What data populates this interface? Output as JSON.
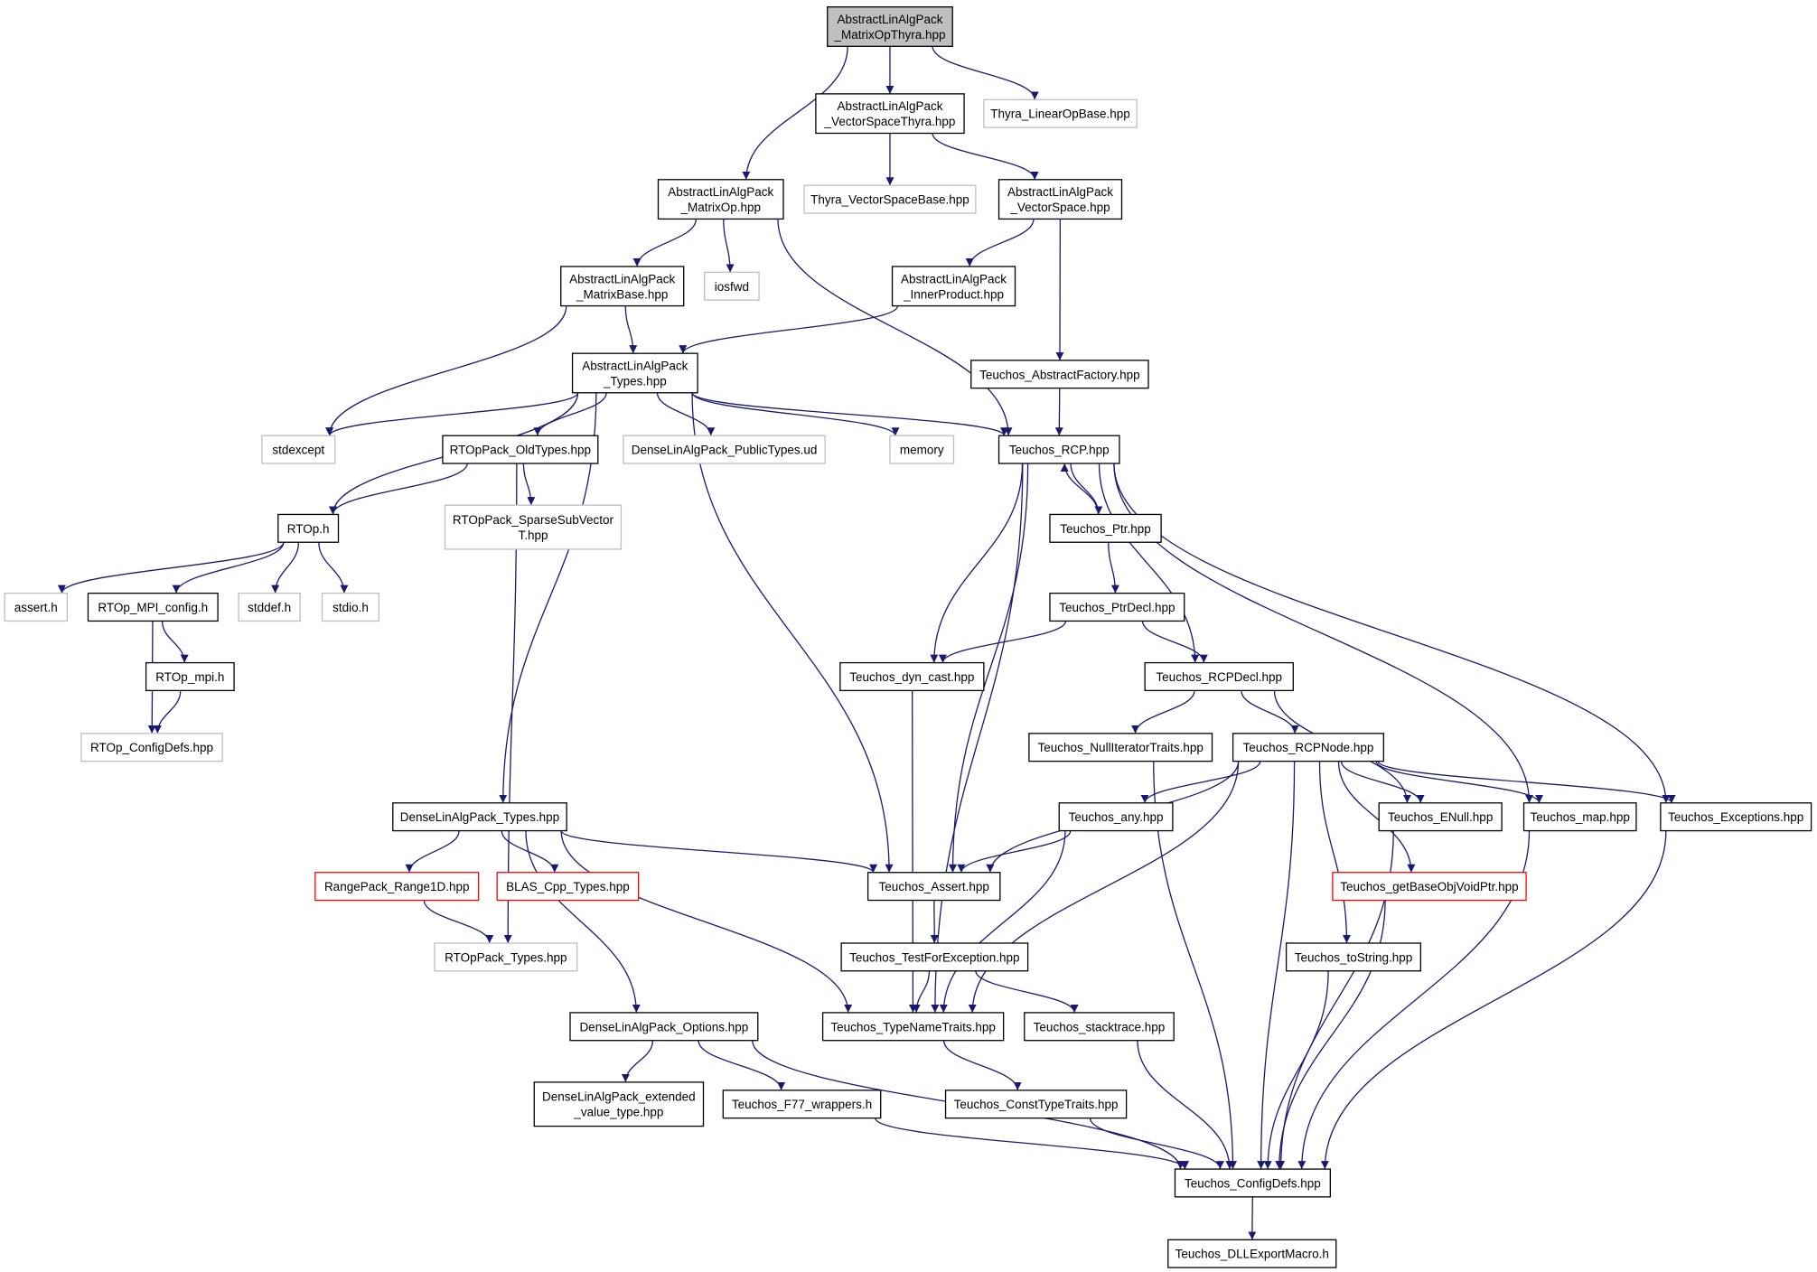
{
  "colors": {
    "edge": "#191970",
    "root_fill": "#bfbfbf",
    "normal_border": "#000000",
    "external_border": "#bfbfbf",
    "truncated_border": "#ff0000",
    "background": "#ffffff"
  },
  "nodes": [
    {
      "id": "root",
      "lines": [
        "AbstractLinAlgPack",
        "_MatrixOpThyra.hpp"
      ],
      "kind": "root"
    },
    {
      "id": "vst",
      "lines": [
        "AbstractLinAlgPack",
        "_VectorSpaceThyra.hpp"
      ],
      "kind": "normal"
    },
    {
      "id": "thylop",
      "lines": [
        "Thyra_LinearOpBase.hpp"
      ],
      "kind": "external"
    },
    {
      "id": "mop",
      "lines": [
        "AbstractLinAlgPack",
        "_MatrixOp.hpp"
      ],
      "kind": "normal"
    },
    {
      "id": "thyvsb",
      "lines": [
        "Thyra_VectorSpaceBase.hpp"
      ],
      "kind": "external"
    },
    {
      "id": "vs",
      "lines": [
        "AbstractLinAlgPack",
        "_VectorSpace.hpp"
      ],
      "kind": "normal"
    },
    {
      "id": "mb",
      "lines": [
        "AbstractLinAlgPack",
        "_MatrixBase.hpp"
      ],
      "kind": "normal"
    },
    {
      "id": "iosfwd",
      "lines": [
        "iosfwd"
      ],
      "kind": "external"
    },
    {
      "id": "ip",
      "lines": [
        "AbstractLinAlgPack",
        "_InnerProduct.hpp"
      ],
      "kind": "normal"
    },
    {
      "id": "types",
      "lines": [
        "AbstractLinAlgPack",
        "_Types.hpp"
      ],
      "kind": "normal"
    },
    {
      "id": "absfac",
      "lines": [
        "Teuchos_AbstractFactory.hpp"
      ],
      "kind": "normal"
    },
    {
      "id": "stdexcept",
      "lines": [
        "stdexcept"
      ],
      "kind": "external"
    },
    {
      "id": "oldtypes",
      "lines": [
        "RTOpPack_OldTypes.hpp"
      ],
      "kind": "normal"
    },
    {
      "id": "dlapub",
      "lines": [
        "DenseLinAlgPack_PublicTypes.ud"
      ],
      "kind": "external"
    },
    {
      "id": "memory",
      "lines": [
        "memory"
      ],
      "kind": "external"
    },
    {
      "id": "rcp",
      "lines": [
        "Teuchos_RCP.hpp"
      ],
      "kind": "normal"
    },
    {
      "id": "rtoph",
      "lines": [
        "RTOp.h"
      ],
      "kind": "normal"
    },
    {
      "id": "ssv",
      "lines": [
        "RTOpPack_SparseSubVector",
        "T.hpp"
      ],
      "kind": "external"
    },
    {
      "id": "ptr",
      "lines": [
        "Teuchos_Ptr.hpp"
      ],
      "kind": "normal"
    },
    {
      "id": "asserth",
      "lines": [
        "assert.h"
      ],
      "kind": "external"
    },
    {
      "id": "mpicfg",
      "lines": [
        "RTOp_MPI_config.h"
      ],
      "kind": "normal"
    },
    {
      "id": "stddef",
      "lines": [
        "stddef.h"
      ],
      "kind": "external"
    },
    {
      "id": "stdio",
      "lines": [
        "stdio.h"
      ],
      "kind": "external"
    },
    {
      "id": "ptrdecl",
      "lines": [
        "Teuchos_PtrDecl.hpp"
      ],
      "kind": "normal"
    },
    {
      "id": "mpih",
      "lines": [
        "RTOp_mpi.h"
      ],
      "kind": "normal"
    },
    {
      "id": "dyncast",
      "lines": [
        "Teuchos_dyn_cast.hpp"
      ],
      "kind": "normal"
    },
    {
      "id": "rcpdecl",
      "lines": [
        "Teuchos_RCPDecl.hpp"
      ],
      "kind": "normal"
    },
    {
      "id": "rtopcfg",
      "lines": [
        "RTOp_ConfigDefs.hpp"
      ],
      "kind": "external"
    },
    {
      "id": "nullit",
      "lines": [
        "Teuchos_NullIteratorTraits.hpp"
      ],
      "kind": "normal"
    },
    {
      "id": "rcpnode",
      "lines": [
        "Teuchos_RCPNode.hpp"
      ],
      "kind": "normal"
    },
    {
      "id": "dlatypes",
      "lines": [
        "DenseLinAlgPack_Types.hpp"
      ],
      "kind": "normal"
    },
    {
      "id": "any",
      "lines": [
        "Teuchos_any.hpp"
      ],
      "kind": "normal"
    },
    {
      "id": "enull",
      "lines": [
        "Teuchos_ENull.hpp"
      ],
      "kind": "normal"
    },
    {
      "id": "map",
      "lines": [
        "Teuchos_map.hpp"
      ],
      "kind": "normal"
    },
    {
      "id": "exceptions",
      "lines": [
        "Teuchos_Exceptions.hpp"
      ],
      "kind": "normal"
    },
    {
      "id": "range1d",
      "lines": [
        "RangePack_Range1D.hpp"
      ],
      "kind": "truncated"
    },
    {
      "id": "blas",
      "lines": [
        "BLAS_Cpp_Types.hpp"
      ],
      "kind": "truncated"
    },
    {
      "id": "assert",
      "lines": [
        "Teuchos_Assert.hpp"
      ],
      "kind": "normal"
    },
    {
      "id": "getbase",
      "lines": [
        "Teuchos_getBaseObjVoidPtr.hpp"
      ],
      "kind": "truncated"
    },
    {
      "id": "rtoptypes",
      "lines": [
        "RTOpPack_Types.hpp"
      ],
      "kind": "external"
    },
    {
      "id": "testexc",
      "lines": [
        "Teuchos_TestForException.hpp"
      ],
      "kind": "normal"
    },
    {
      "id": "tostring",
      "lines": [
        "Teuchos_toString.hpp"
      ],
      "kind": "normal"
    },
    {
      "id": "dlaopt",
      "lines": [
        "DenseLinAlgPack_Options.hpp"
      ],
      "kind": "normal"
    },
    {
      "id": "typename",
      "lines": [
        "Teuchos_TypeNameTraits.hpp"
      ],
      "kind": "normal"
    },
    {
      "id": "stack",
      "lines": [
        "Teuchos_stacktrace.hpp"
      ],
      "kind": "normal"
    },
    {
      "id": "dlaext",
      "lines": [
        "DenseLinAlgPack_extended",
        "_value_type.hpp"
      ],
      "kind": "normal"
    },
    {
      "id": "f77",
      "lines": [
        "Teuchos_F77_wrappers.h"
      ],
      "kind": "normal"
    },
    {
      "id": "consttt",
      "lines": [
        "Teuchos_ConstTypeTraits.hpp"
      ],
      "kind": "normal"
    },
    {
      "id": "cfgdefs",
      "lines": [
        "Teuchos_ConfigDefs.hpp"
      ],
      "kind": "normal"
    },
    {
      "id": "dllexp",
      "lines": [
        "Teuchos_DLLExportMacro.h"
      ],
      "kind": "normal"
    }
  ],
  "edges": [
    [
      "root",
      "mop"
    ],
    [
      "root",
      "vst"
    ],
    [
      "root",
      "thylop"
    ],
    [
      "vst",
      "thyvsb"
    ],
    [
      "vst",
      "vs"
    ],
    [
      "mop",
      "mb"
    ],
    [
      "mop",
      "iosfwd"
    ],
    [
      "mop",
      "rcp"
    ],
    [
      "vs",
      "ip"
    ],
    [
      "vs",
      "absfac"
    ],
    [
      "mb",
      "types"
    ],
    [
      "mb",
      "stdexcept"
    ],
    [
      "ip",
      "types"
    ],
    [
      "absfac",
      "rcp"
    ],
    [
      "types",
      "stdexcept"
    ],
    [
      "types",
      "rtoph"
    ],
    [
      "types",
      "oldtypes"
    ],
    [
      "types",
      "dlapub"
    ],
    [
      "types",
      "memory"
    ],
    [
      "types",
      "rcp"
    ],
    [
      "types",
      "dlatypes"
    ],
    [
      "types",
      "assert"
    ],
    [
      "oldtypes",
      "rtoph"
    ],
    [
      "oldtypes",
      "ssv"
    ],
    [
      "oldtypes",
      "rtoptypes"
    ],
    [
      "rtoph",
      "asserth"
    ],
    [
      "rtoph",
      "mpicfg"
    ],
    [
      "rtoph",
      "stddef"
    ],
    [
      "rtoph",
      "stdio"
    ],
    [
      "mpicfg",
      "mpih"
    ],
    [
      "mpicfg",
      "rtopcfg"
    ],
    [
      "mpih",
      "rtopcfg"
    ],
    [
      "rcp",
      "ptr"
    ],
    [
      "rcp",
      "dyncast"
    ],
    [
      "rcp",
      "rcpdecl"
    ],
    [
      "rcp",
      "assert"
    ],
    [
      "rcp",
      "typename"
    ],
    [
      "rcp",
      "map"
    ],
    [
      "rcp",
      "exceptions"
    ],
    [
      "ptr",
      "rcp"
    ],
    [
      "ptr",
      "ptrdecl"
    ],
    [
      "ptrdecl",
      "dyncast"
    ],
    [
      "ptrdecl",
      "rcpdecl"
    ],
    [
      "dyncast",
      "typename"
    ],
    [
      "rcpdecl",
      "nullit"
    ],
    [
      "rcpdecl",
      "rcpnode"
    ],
    [
      "rcpdecl",
      "enull"
    ],
    [
      "nullit",
      "cfgdefs"
    ],
    [
      "rcpnode",
      "any"
    ],
    [
      "rcpnode",
      "enull"
    ],
    [
      "rcpnode",
      "map"
    ],
    [
      "rcpnode",
      "exceptions"
    ],
    [
      "rcpnode",
      "assert"
    ],
    [
      "rcpnode",
      "typename"
    ],
    [
      "rcpnode",
      "getbase"
    ],
    [
      "rcpnode",
      "tostring"
    ],
    [
      "rcpnode",
      "cfgdefs"
    ],
    [
      "any",
      "assert"
    ],
    [
      "any",
      "typename"
    ],
    [
      "enull",
      "cfgdefs"
    ],
    [
      "map",
      "cfgdefs"
    ],
    [
      "exceptions",
      "cfgdefs"
    ],
    [
      "dlatypes",
      "range1d"
    ],
    [
      "dlatypes",
      "blas"
    ],
    [
      "dlatypes",
      "assert"
    ],
    [
      "dlatypes",
      "typename"
    ],
    [
      "dlatypes",
      "dlaopt"
    ],
    [
      "range1d",
      "rtoptypes"
    ],
    [
      "assert",
      "testexc"
    ],
    [
      "testexc",
      "typename"
    ],
    [
      "testexc",
      "stack"
    ],
    [
      "getbase",
      "cfgdefs"
    ],
    [
      "tostring",
      "cfgdefs"
    ],
    [
      "dlaopt",
      "dlaext"
    ],
    [
      "dlaopt",
      "f77"
    ],
    [
      "dlaopt",
      "cfgdefs"
    ],
    [
      "typename",
      "consttt"
    ],
    [
      "stack",
      "cfgdefs"
    ],
    [
      "f77",
      "cfgdefs"
    ],
    [
      "consttt",
      "cfgdefs"
    ],
    [
      "cfgdefs",
      "dllexp"
    ]
  ]
}
